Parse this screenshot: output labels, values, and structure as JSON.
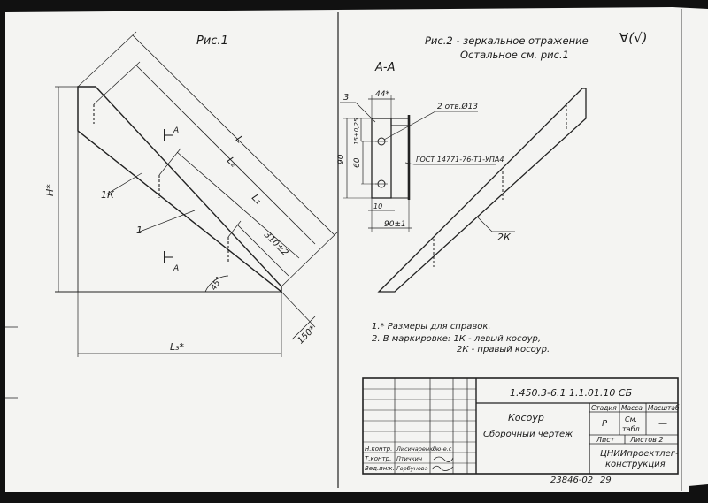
{
  "figures": {
    "fig1_title": "Рис.1",
    "fig2_title": "Рис.2 - зеркальное отражение",
    "fig2_subtitle": "Остальное см. рис.1",
    "roughness": "∀(√)",
    "section_title": "А-А",
    "section_mark": "А"
  },
  "fig1_labels": {
    "L": "L",
    "L2": "L₂",
    "L1": "L₁",
    "dim_310": "310±2",
    "H": "H*",
    "L3": "L₃*",
    "angle": "45°",
    "dim_150": "150*",
    "part_1K": "1К",
    "part_1": "1"
  },
  "section_labels": {
    "dim_44": "44*",
    "item_3": "3",
    "holes": "2 отв.Ø13",
    "dim_15": "15±0,25",
    "dim_90v": "90",
    "dim_60": "60",
    "gost": "ГОСТ 14771-76-Т1-УПА4",
    "dim_10": "10",
    "dim_90h": "90±1"
  },
  "fig2_labels": {
    "part_2K": "2К"
  },
  "notes": [
    "1.* Размеры для справок.",
    "2. В маркировке: 1К - левый косоур,",
    "2К - правый косоур."
  ],
  "title_block": {
    "designation": "1.450.3-6.1   1.1.01.10 СБ",
    "name": "Косоур",
    "doc_type": "Сборочный чертеж",
    "stage_header": "Стадия",
    "mass_header": "Масса",
    "scale_header": "Масштаб",
    "stage": "Р",
    "mass_line1": "См.",
    "mass_line2": "табл.",
    "scale": "—",
    "sheet": "Лист",
    "sheets": "Листов 2",
    "org_line1": "ЦНИИпроектлег-",
    "org_line2": "конструкция",
    "roles": [
      "Н.контр.",
      "Т.контр.",
      "Вед.инж."
    ],
    "names": [
      "Лисичаренко",
      "Птичкин",
      "Горбунова"
    ],
    "sign_header": "Лю-е.с"
  },
  "footer": {
    "archive_no": "23846-02",
    "page": "29"
  }
}
